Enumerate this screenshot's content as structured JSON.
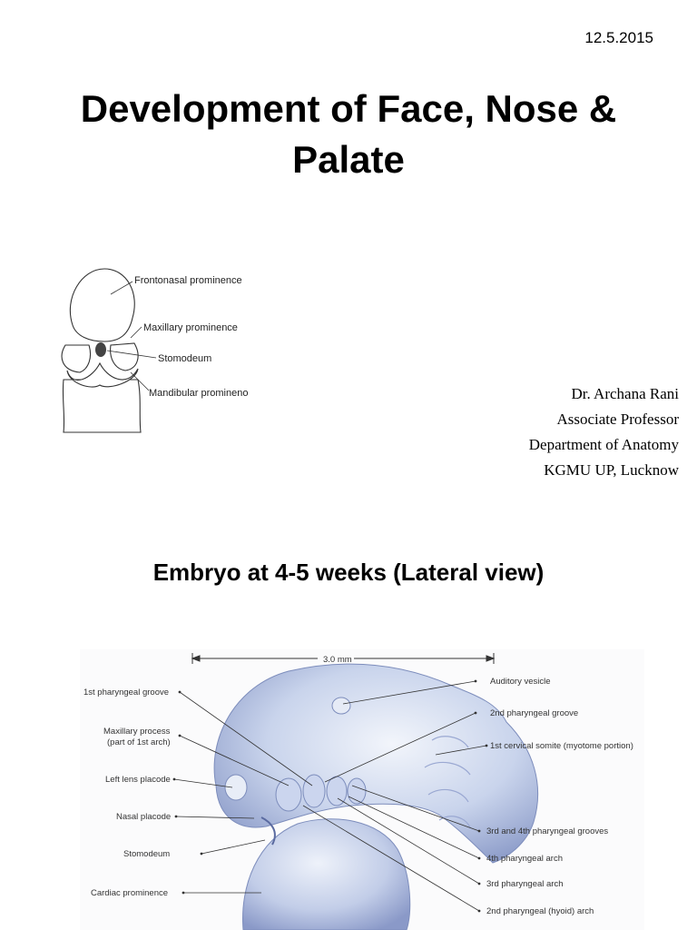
{
  "slide1": {
    "date": "12.5.2015",
    "title": "Development of Face, Nose & Palate",
    "figure_labels": {
      "frontonasal": "Frontonasal prominence",
      "maxillary": "Maxillary prominence",
      "stomodeum": "Stomodeum",
      "mandibular": "Mandibular promineno"
    },
    "author": {
      "name": "Dr. Archana Rani",
      "position": "Associate Professor",
      "department": "Department of Anatomy",
      "institution": "KGMU UP, Lucknow"
    }
  },
  "slide2": {
    "title": "Embryo at 4-5 weeks (Lateral view)",
    "scale_label": "3.0 mm",
    "labels_left": {
      "groove1": "1st pharyngeal groove",
      "maxillary_line1": "Maxillary process",
      "maxillary_line2": "(part of 1st arch)",
      "lens": "Left lens placode",
      "nasal": "Nasal placode",
      "stomodeum": "Stomodeum",
      "cardiac": "Cardiac prominence"
    },
    "labels_right": {
      "auditory": "Auditory vesicle",
      "groove2": "2nd pharyngeal groove",
      "somite": "1st cervical somite (myotome portion)",
      "grooves34": "3rd and 4th pharyngeal grooves",
      "arch4": "4th pharyngeal arch",
      "arch3": "3rd pharyngeal arch",
      "arch2": "2nd pharyngeal (hyoid) arch"
    }
  }
}
